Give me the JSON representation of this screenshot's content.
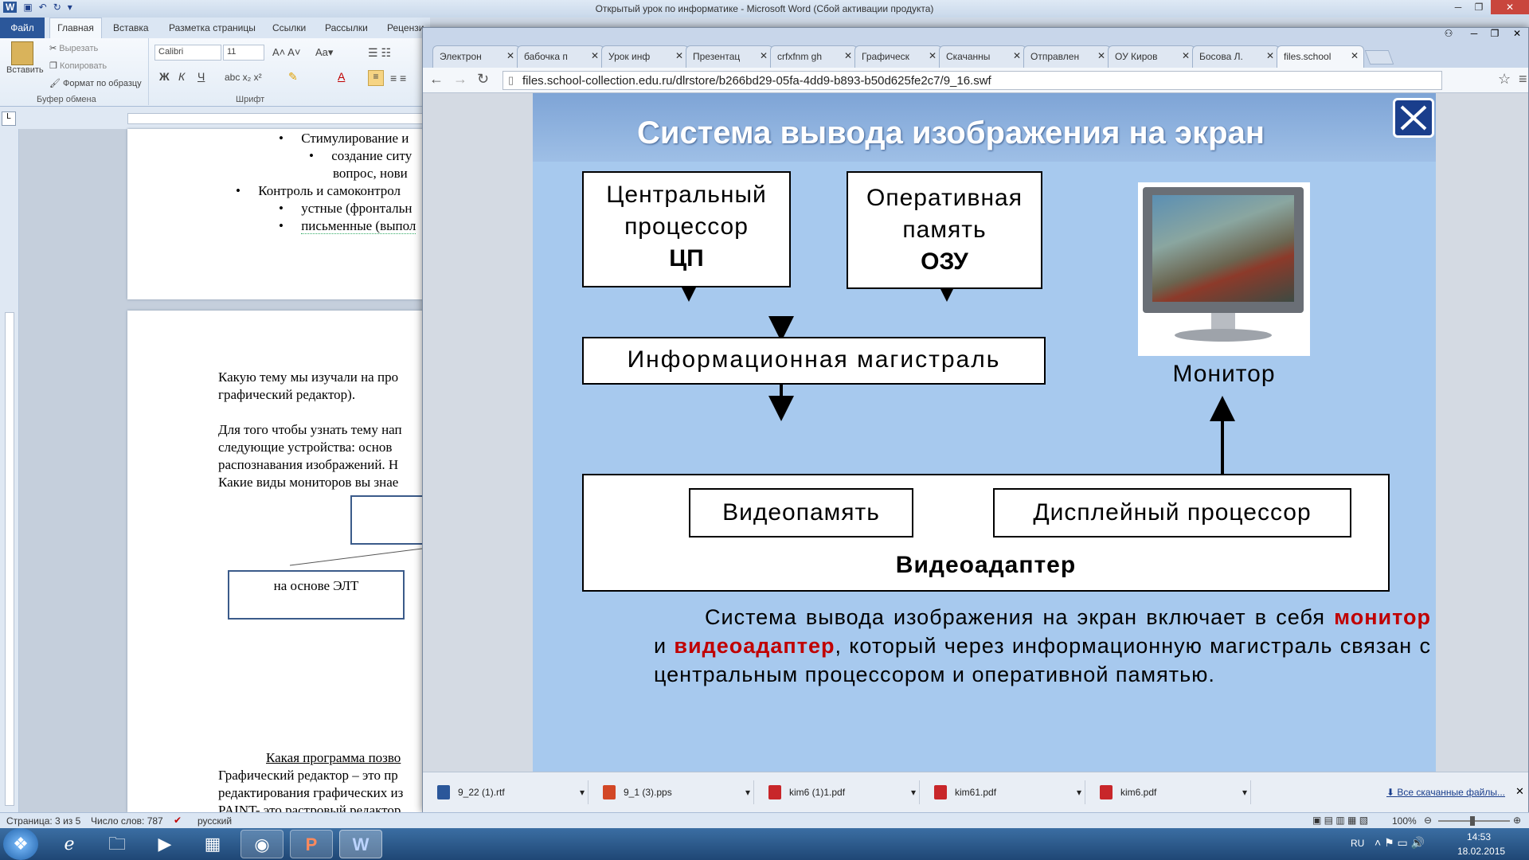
{
  "word": {
    "title": "Открытый урок по информатике - Microsoft Word (Сбой активации продукта)",
    "tabs": [
      "Файл",
      "Главная",
      "Вставка",
      "Разметка страницы",
      "Ссылки",
      "Рассылки",
      "Рецензи"
    ],
    "clipboard": {
      "paste": "Вставить",
      "cut": "Вырезать",
      "copy": "Копировать",
      "format": "Формат по образцу",
      "label": "Буфер обмена"
    },
    "font": {
      "name": "Calibri",
      "size": "11",
      "label": "Шрифт",
      "bold": "Ж",
      "italic": "К",
      "underline": "Ч"
    },
    "page1": {
      "b1": "Стимулирование и",
      "b1a": "создание ситу",
      "b1b": "вопрос, нови",
      "b2": "Контроль и самоконтрол",
      "b2a": "устные (фронтальн",
      "b2b": "письменные (выпол"
    },
    "page2": {
      "l1": "Какую тему мы изучали на про",
      "l2": "графический редактор).",
      "l3": "Для того чтобы узнать тему нап",
      "l4": "следующие  устройства: основ",
      "l5": "распознавания изображений. Н",
      "l6": "Какие виды мониторов вы знае",
      "box_elt": "на основе ЭЛТ",
      "q": "Какая программа позво",
      "l7": "Графический редактор – это пр",
      "l8": "редактирования графических из",
      "l9": "PAINT- это растровый редактор"
    },
    "status": {
      "page": "Страница: 3 из 5",
      "words": "Число слов: 787",
      "lang": "русский",
      "zoom": "100%"
    }
  },
  "chrome": {
    "tabs": [
      "Электрон",
      "бабочка п",
      "Урок инф",
      "Презентац",
      "crfxfnm gh",
      "Графическ",
      "Скачанны",
      "Отправлен",
      "ОУ Киров",
      "Босова Л.",
      "files.school"
    ],
    "url": "files.school-collection.edu.ru/dlrstore/b266bd29-05fa-4dd9-b893-b50d625fe2c7/9_16.swf",
    "downloads": [
      "9_22 (1).rtf",
      "9_1 (3).pps",
      "kim6 (1)1.pdf",
      "kim61.pdf",
      "kim6.pdf"
    ],
    "all_downloads": "Все скачанные файлы..."
  },
  "slide": {
    "title": "Система вывода изображения на экран",
    "cpu_l1": "Центральный",
    "cpu_l2": "процессор",
    "cpu_l3": "ЦП",
    "ram_l1": "Оперативная",
    "ram_l2": "память",
    "ram_l3": "ОЗУ",
    "bus": "Информационная магистраль",
    "monitor": "Монитор",
    "vram": "Видеопамять",
    "dproc": "Дисплейный процессор",
    "adapter": "Видеоадаптер",
    "text_a": "Система вывода изображения на экран включает в себя",
    "text_monitor": "монитор",
    "text_and": "и",
    "text_adapter": "видеоадаптер",
    "text_b": ", который через информационную магистраль связан с центральным процессором и оперативной памятью."
  },
  "taskbar": {
    "lang": "RU",
    "time": "14:53",
    "date": "18.02.2015"
  }
}
